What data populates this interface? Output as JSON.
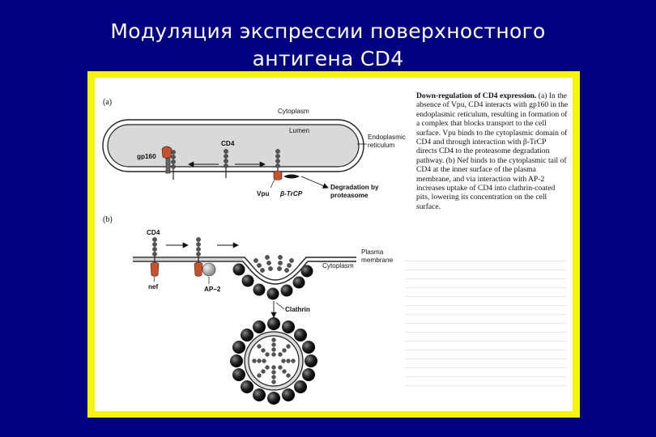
{
  "title": {
    "line1": "Модуляция экспрессии поверхностного",
    "line2": "антигена CD4"
  },
  "figure": {
    "panel_a": "(a)",
    "panel_b": "(b)",
    "labels_a": {
      "cytoplasm": "Cytoplasm",
      "lumen": "Lumen",
      "cd4": "CD4",
      "gp160": "gp160",
      "er_line1": "Endoplasmic",
      "er_line2": "reticulum",
      "vpu": "Vpu",
      "btrcp": "β-TrCP",
      "degradation_line1": "Degradation by",
      "degradation_line2": "proteasome"
    },
    "labels_b": {
      "cd4": "CD4",
      "plasma_line1": "Plasma",
      "plasma_line2": "membrane",
      "cytoplasm": "Cytoplasm",
      "nef": "nef",
      "ap2": "AP–2",
      "clathrin": "Clathrin"
    },
    "caption": {
      "bold": "Down-regulation of CD4 expression.",
      "text": " (a) In the absence of Vpu, CD4 interacts with gp160 in the endoplasmic reticulum, resulting in formation of a complex that blocks transport to the cell surface. Vpu binds to the cytoplasmic domain of CD4 and through interaction with β-TrCP directs CD4 to the proteasome degradation pathway. (b) Nef binds to the cytoplasmic tail of CD4 at the inner surface of the plasma membrane, and via interaction with AP-2 increases uptake of CD4 into clathrin-coated pits, lowering its concentration on the cell surface."
    }
  }
}
